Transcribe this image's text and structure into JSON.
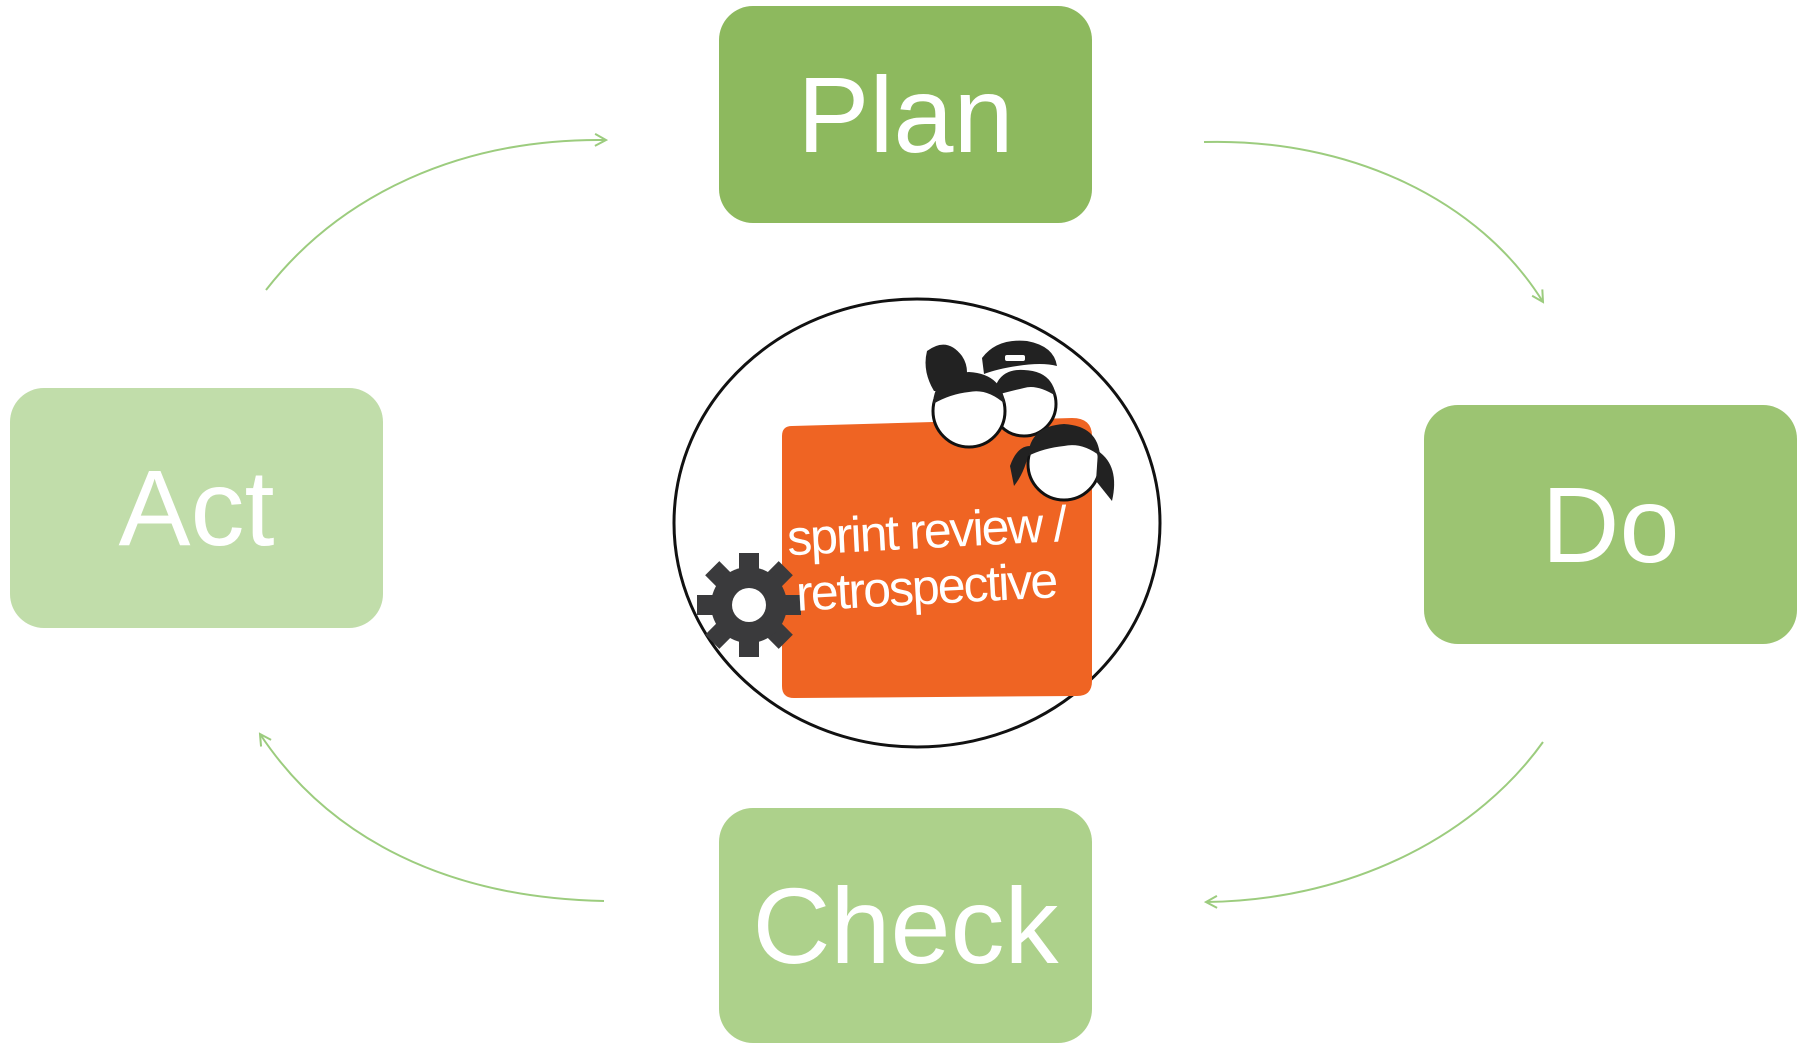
{
  "diagram": {
    "nodes": {
      "plan": {
        "label": "Plan"
      },
      "do": {
        "label": "Do"
      },
      "check": {
        "label": "Check"
      },
      "act": {
        "label": "Act"
      }
    },
    "center": {
      "line1": "sprint review /",
      "line2": "retrospective",
      "icons": [
        "gear-icon",
        "people-icon"
      ]
    },
    "colors": {
      "plan": "#8db95e",
      "do": "#9cc472",
      "check": "#add18b",
      "act": "#c1ddaa",
      "arrow": "#9ccc7e",
      "badge": "#ef6423",
      "gear": "#3a3a3c"
    }
  }
}
